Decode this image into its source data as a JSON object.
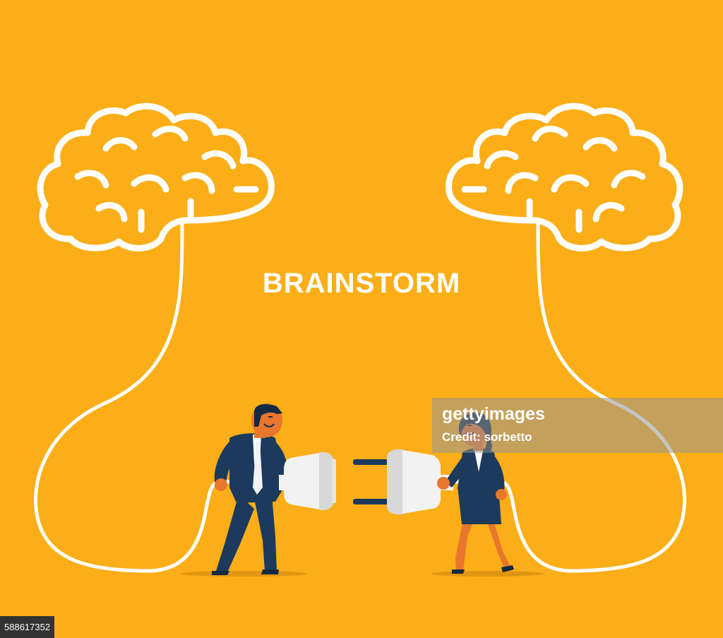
{
  "title": "BRAINSTORM",
  "watermark": {
    "brand": "gettyimages",
    "credit": "Credit: sorbetto"
  },
  "image_id": "588617352",
  "colors": {
    "background": "#FBAE17",
    "line": "#FFFFFF",
    "suit": "#1B3A5C",
    "skin": "#E8762D",
    "hair": "#132A45",
    "plug": "#F2F2F2",
    "plug_shadow": "#D8D8D8",
    "prongs": "#1B3A5C"
  }
}
